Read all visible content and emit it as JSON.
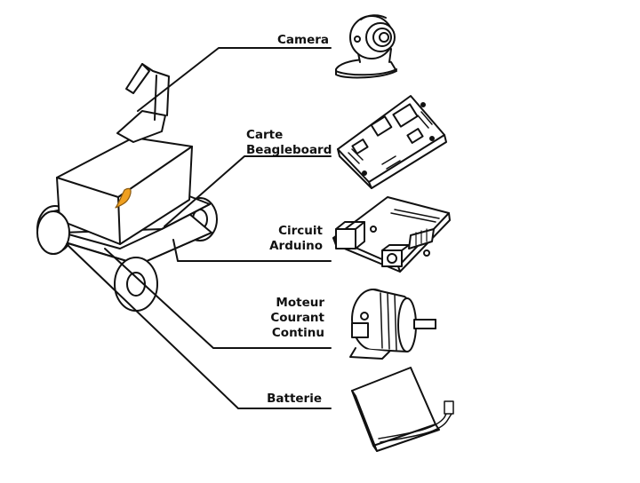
{
  "components": {
    "camera": {
      "label": "Camera",
      "icon": "webcam-icon"
    },
    "beagleboard": {
      "label_lines": [
        "Carte",
        "Beagleboard"
      ],
      "icon": "circuit-board-icon"
    },
    "arduino": {
      "label_lines": [
        "Circuit",
        "Arduino"
      ],
      "icon": "arduino-board-icon"
    },
    "motor": {
      "label_lines": [
        "Moteur",
        "Courant",
        "Continu"
      ],
      "icon": "dc-motor-icon"
    },
    "battery": {
      "label": "Batterie",
      "icon": "battery-pack-icon"
    }
  },
  "robot": {
    "icon": "robot-cart-icon",
    "accent_color": "#f0a020"
  },
  "colors": {
    "line": "#111111",
    "background": "#ffffff"
  }
}
